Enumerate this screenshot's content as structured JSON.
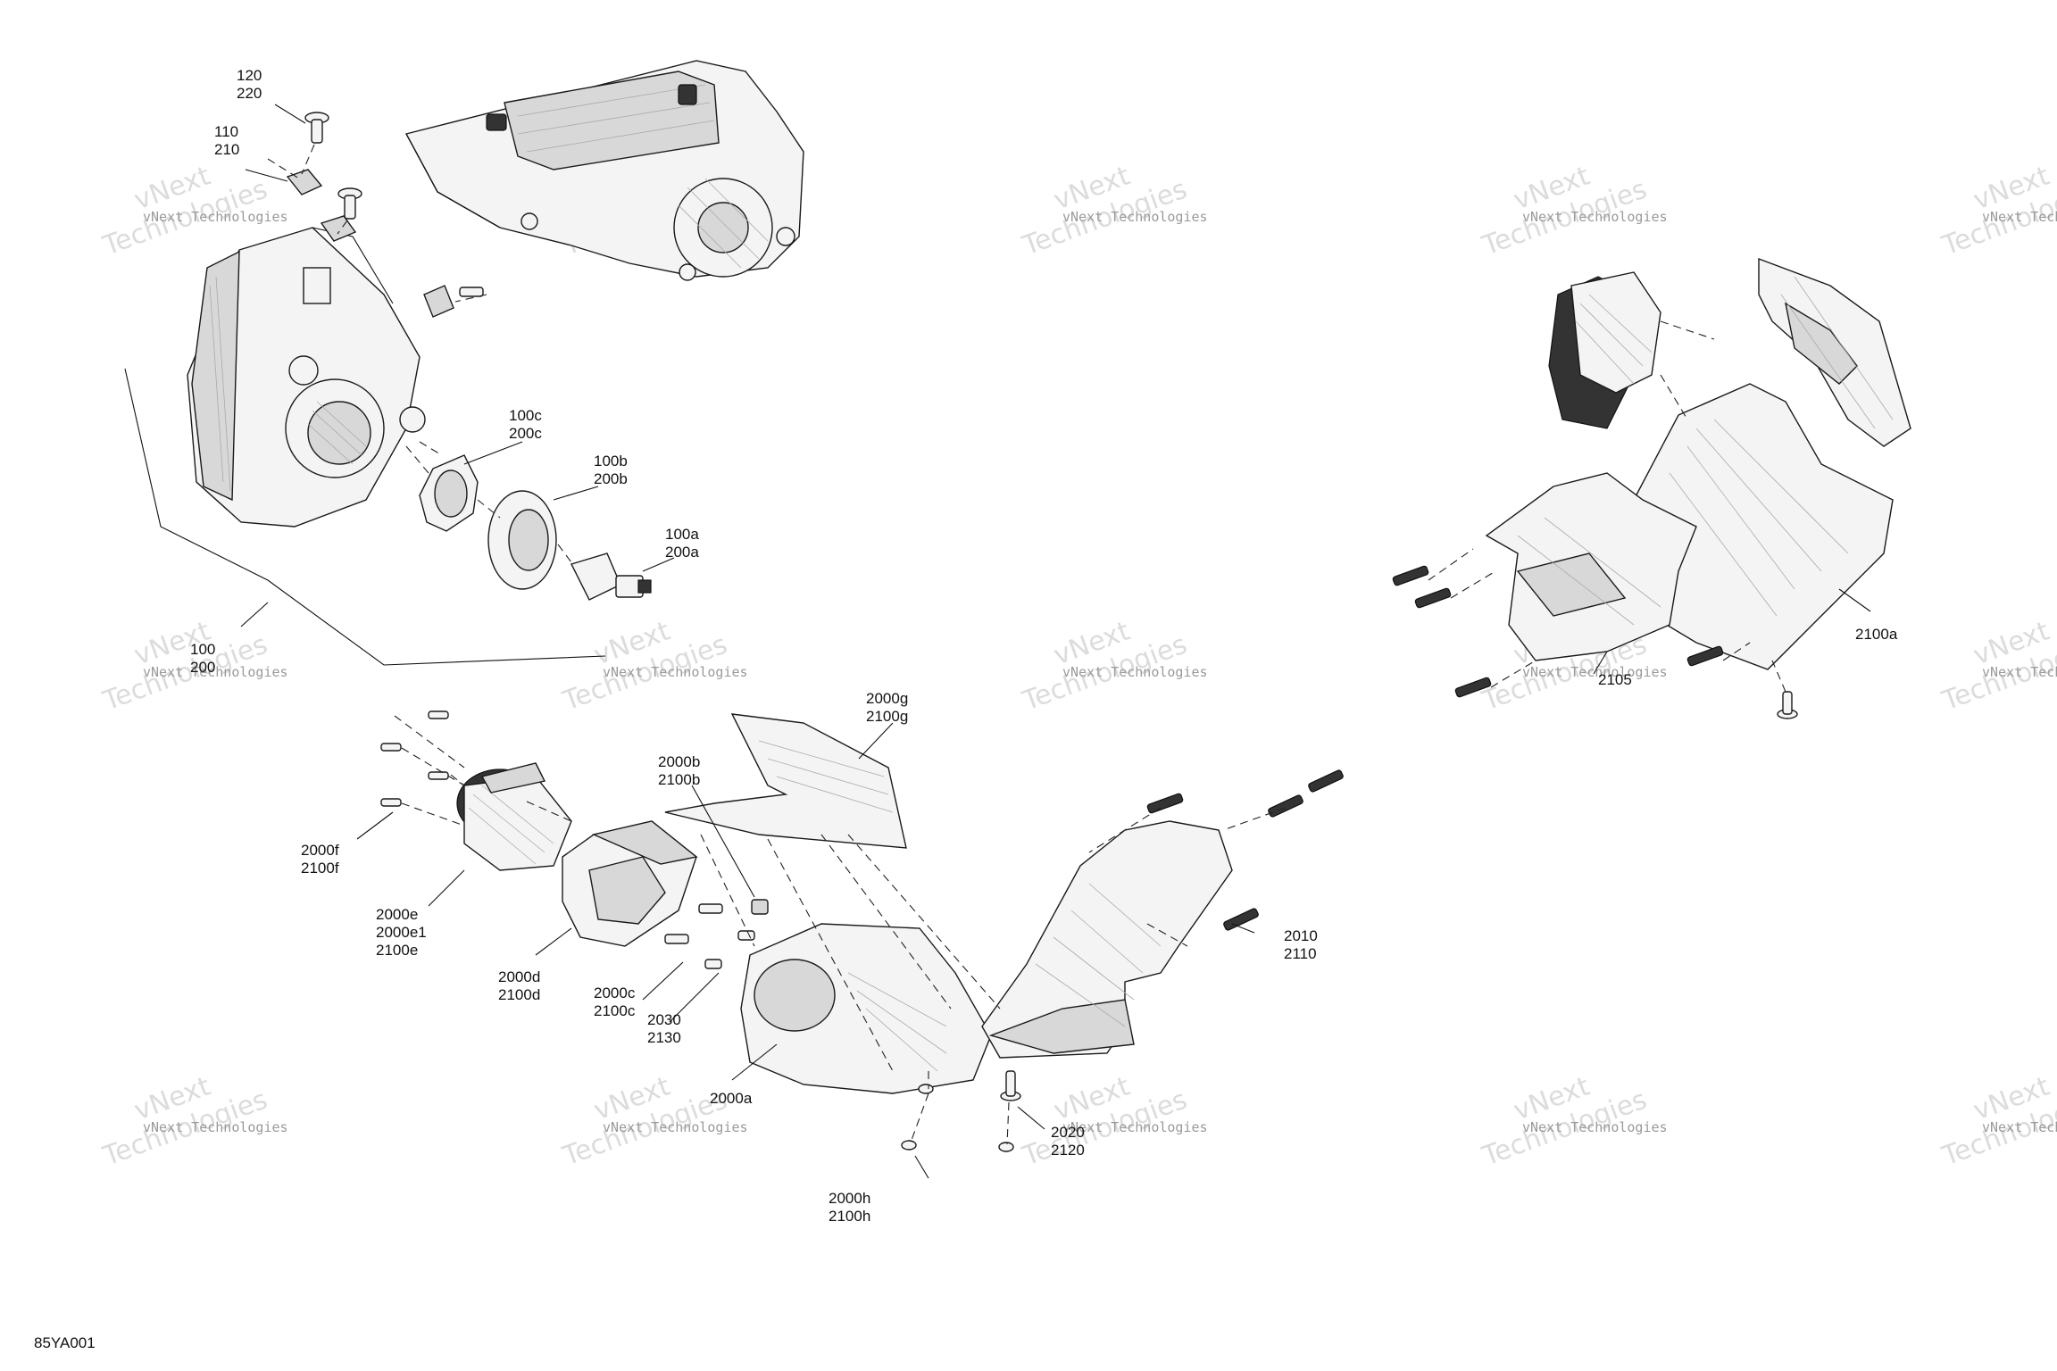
{
  "diagram_id": "85YA001",
  "watermark": {
    "line1": "vNext Technologies",
    "line2": "Technologies",
    "prefix": "vNext"
  },
  "callouts": {
    "c_120": [
      "120",
      "220"
    ],
    "c_110": [
      "110",
      "210"
    ],
    "c_100c": [
      "100c",
      "200c"
    ],
    "c_100b": [
      "100b",
      "200b"
    ],
    "c_100a": [
      "100a",
      "200a"
    ],
    "c_100": [
      "100",
      "200"
    ],
    "c_2000g": [
      "2000g",
      "2100g"
    ],
    "c_2000b": [
      "2000b",
      "2100b"
    ],
    "c_2000f": [
      "2000f",
      "2100f"
    ],
    "c_2000e": [
      "2000e",
      "2000e1",
      "2100e"
    ],
    "c_2000d": [
      "2000d",
      "2100d"
    ],
    "c_2000c": [
      "2000c",
      "2100c"
    ],
    "c_2030": [
      "2030",
      "2130"
    ],
    "c_2000a": [
      "2000a"
    ],
    "c_2010": [
      "2010",
      "2110"
    ],
    "c_2020": [
      "2020",
      "2120"
    ],
    "c_2000h": [
      "2000h",
      "2100h"
    ],
    "c_2100a": [
      "2100a"
    ],
    "c_2105": [
      "2105"
    ]
  }
}
